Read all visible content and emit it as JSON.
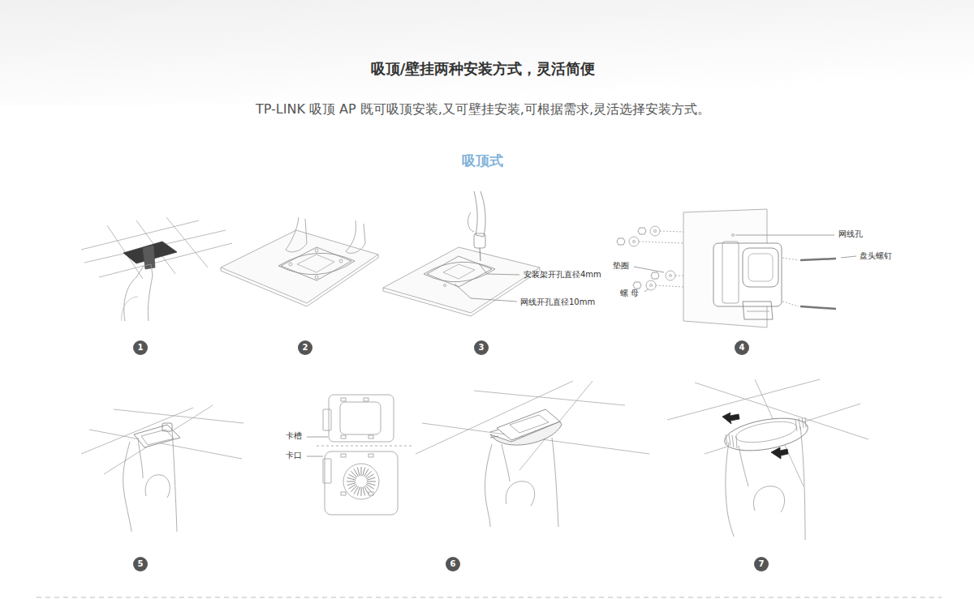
{
  "diagram": {
    "title": "吸顶/壁挂两种安装方式，灵活简便",
    "nodes": [
      {
        "text": [
          "1"
        ]
      },
      {
        "text": [
          "2"
        ]
      },
      {
        "text": [
          "3"
        ]
      },
      {
        "text": [
          "4"
        ]
      },
      {
        "text": [
          "5"
        ]
      },
      {
        "text": [
          "6"
        ]
      },
      {
        "text": [
          "7"
        ]
      }
    ],
    "labels": [
      "TP-LINK 吸顶 AP 既可吸顶安装,又可壁挂安装,可根据需求,灵活选择安装方式。",
      "吸顶式",
      "安装架开孔直径4mm",
      "网线开孔直径10mm",
      "垫圈",
      "螺 母",
      "网线孔",
      "盘头螺钉",
      "卡槽",
      "卡口"
    ]
  }
}
